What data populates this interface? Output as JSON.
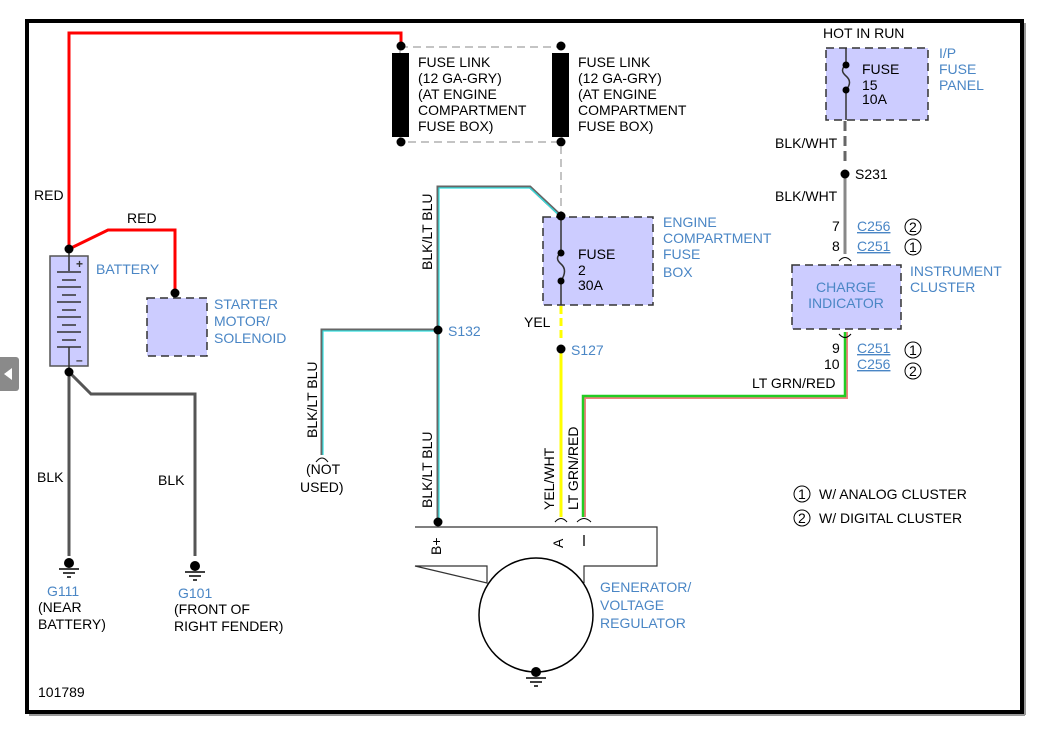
{
  "diagram_id": "101789",
  "wires": {
    "red_top": "RED",
    "red_starter": "RED",
    "blk_g111": "BLK",
    "blk_g101": "BLK",
    "blk_lt_blu_upper": "BLK/LT BLU",
    "blk_lt_blu_branch": "BLK/LT BLU",
    "blk_lt_blu_lower": "BLK/LT BLU",
    "yel": "YEL",
    "yel_wht": "YEL/WHT",
    "lt_grn_red_vertical": "LT GRN/RED",
    "lt_grn_red_horizontal": "LT GRN/RED",
    "blk_wht_upper": "BLK/WHT",
    "blk_wht_lower": "BLK/WHT"
  },
  "components": {
    "battery": "BATTERY",
    "starter": [
      "STARTER",
      "MOTOR/",
      "SOLENOID"
    ],
    "fuse_link_1": [
      "FUSE LINK",
      "(12 GA-GRY)",
      "(AT ENGINE",
      "COMPARTMENT",
      "FUSE BOX)"
    ],
    "fuse_link_2": [
      "FUSE LINK",
      "(12 GA-GRY)",
      "(AT ENGINE",
      "COMPARTMENT",
      "FUSE BOX)"
    ],
    "engine_fuse_box": [
      "ENGINE",
      "COMPARTMENT",
      "FUSE",
      "BOX"
    ],
    "fuse_2": [
      "FUSE",
      "2",
      "30A"
    ],
    "hot_in_run": "HOT IN RUN",
    "ip_fuse_panel": [
      "I/P",
      "FUSE",
      "PANEL"
    ],
    "fuse_15": [
      "FUSE",
      "15",
      "10A"
    ],
    "charge_indicator": [
      "CHARGE",
      "INDICATOR"
    ],
    "instrument_cluster": [
      "INSTRUMENT",
      "CLUSTER"
    ],
    "generator": [
      "GENERATOR/",
      "VOLTAGE",
      "REGULATOR"
    ],
    "gen_pins": {
      "b_plus": "B+",
      "a": "A",
      "i": "I"
    },
    "not_used": [
      "(NOT",
      "USED)"
    ]
  },
  "splices": {
    "s132": "S132",
    "s127": "S127",
    "s231": "S231"
  },
  "grounds": {
    "g111": {
      "id": "G111",
      "desc": [
        "(NEAR",
        "BATTERY)"
      ]
    },
    "g101": {
      "id": "G101",
      "desc": [
        "(FRONT OF",
        "RIGHT FENDER)"
      ]
    }
  },
  "connectors": {
    "top": [
      {
        "pin": "7",
        "name": "C256",
        "variant": "2"
      },
      {
        "pin": "8",
        "name": "C251",
        "variant": "1"
      }
    ],
    "bottom": [
      {
        "pin": "9",
        "name": "C251",
        "variant": "1"
      },
      {
        "pin": "10",
        "name": "C256",
        "variant": "2"
      }
    ]
  },
  "legend": [
    {
      "mark": "1",
      "text": "W/ ANALOG CLUSTER"
    },
    {
      "mark": "2",
      "text": "W/ DIGITAL CLUSTER"
    }
  ],
  "colors": {
    "red": "#ff0000",
    "blk": "#555555",
    "lt_blu": "#33e0e0",
    "yel": "#ffff00",
    "lt_grn": "#22cc22",
    "lt_grn_red_edge": "#f08080",
    "component_fill": "#ccccff",
    "link_blue": "#4a86c5"
  }
}
